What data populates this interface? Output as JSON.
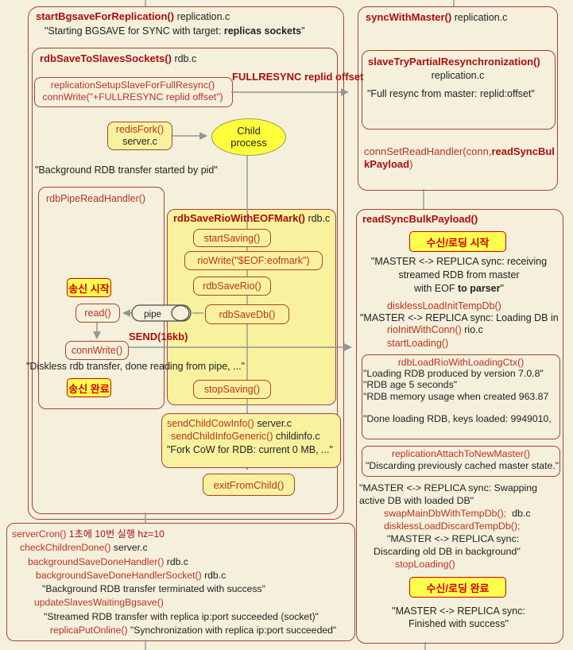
{
  "colors": {
    "background": "#f4f0dc",
    "box_border": "#a8442e",
    "fn_red": "#bf3222",
    "fn_bold_red": "#ad0d0d",
    "black_text": "#222222",
    "yellow_fill": "#f8f29e",
    "badge_yellow": "#ffff4d",
    "badge_red": "#d00000",
    "arrow_gray": "#949494",
    "child_ellipse_yellow": "#ffff3c"
  },
  "top_left_box": {
    "fn": "startBgsaveForReplication()",
    "file": "replication.c",
    "quote_pre": "\"Starting BGSAVE for SYNC with target: ",
    "quote_bold": "replicas sockets",
    "quote_post": "\""
  },
  "slaves_sockets_box": {
    "fn": "rdbSaveToSlavesSockets()",
    "file": "rdb.c"
  },
  "fullresync_box": {
    "line1": "replicationSetupSlaveForFullResync()",
    "line2": "connWrite(\"+FULLRESYNC replid offset\")"
  },
  "fullresync_arrow_label": "FULLRESYNC  replid  offset",
  "redis_fork_box": {
    "fn": "redisFork()",
    "file": "server.c"
  },
  "child_process": {
    "line1": "Child",
    "line2": "process"
  },
  "bg_started_quote": "\"Background RDB transfer started by pid\"",
  "pipe_handler": {
    "fn": "rdbPipeReadHandler()",
    "badge_start": "송신 시작",
    "read_fn": "read()",
    "conn_write_fn": "connWrite()",
    "send_label": "SEND(16kb)",
    "diskless_quote": "\"Diskless rdb transfer, done reading from pipe, ...\"",
    "badge_done": "송신 완료"
  },
  "pipe_label": "pipe",
  "eof_box": {
    "fn": "rdbSaveRioWithEOFMark()",
    "file": "rdb.c",
    "steps": [
      "startSaving()",
      "rioWrite(\"$EOF:eofmark\")",
      "rdbSaveRio()",
      "rdbSaveDb()",
      "stopSaving()"
    ]
  },
  "cow_box": {
    "fn1": "sendChildCowInfo()",
    "file1": "server.c",
    "fn2": "sendChildInfoGeneric()",
    "file2": "childinfo.c",
    "quote": "\"Fork CoW for RDB: current 0 MB, ...\""
  },
  "exit_box": {
    "fn": "exitFromChild()"
  },
  "server_cron_box": {
    "l1_fn": "serverCron()",
    "l1_rest": "1초에 10번 실행 hz=10",
    "l2_fn": "checkChildrenDone()",
    "l2_file": "server.c",
    "l3_fn": "backgroundSaveDoneHandler()",
    "l3_file": "rdb.c",
    "l4_fn": "backgroundSaveDoneHandlerSocket()",
    "l4_file": "rdb.c",
    "l5": "\"Background RDB transfer terminated with success\"",
    "l6_fn": "updateSlavesWaitingBgsave()",
    "l7": "\"Streamed  RDB transfer with  replica ip:port succeeded  (socket)\"",
    "l8_fn": "replicaPutOnline()",
    "l8_rest": "\"Synchronization with replica ip:port succeeded\""
  },
  "sync_master_box": {
    "fn": "syncWithMaster()",
    "file": "replication.c",
    "partial_fn": "slaveTryPartialResynchronization()",
    "partial_file": "replication.c",
    "partial_quote": "\"Full resync from master: replid:offset\"",
    "handler_pre": "connSetReadHandler(conn,",
    "handler_bold1": "readSyncBul",
    "handler_bold2": "kPayload",
    "handler_post": ")"
  },
  "read_sync_box": {
    "fn": "readSyncBulkPayload()",
    "badge_start": "수신/로딩 시작",
    "recv_l1": "\"MASTER <-> REPLICA sync: receiving",
    "recv_l2": "streamed  RDB from  master",
    "recv_l3_pre": "with EOF ",
    "recv_l3_bold": "to parser",
    "recv_l3_post": "\"",
    "diskless_init_fn": "disklessLoadInitTempDb()",
    "loading_quote": "\"MASTER <-> REPLICA sync: Loading DB in",
    "rio_fn": "rioInitWithConn()",
    "rio_file": "rio.c",
    "start_loading_fn": "startLoading()",
    "rdb_load_box": {
      "fn": "rdbLoadRioWithLoadingCtx()",
      "q1": "\"Loading  RDB  produced  by  version  7.0.8\"",
      "q2": "\"RDB age 5 seconds\"",
      "q3": "\"RDB memory  usage when created  963.87",
      "q4": "\"Done loading RDB,  keys loaded: 9949010,"
    },
    "attach_box": {
      "fn": "replicationAttachToNewMaster()",
      "quote": "\"Discarding previously  cached master state.\""
    },
    "swap_l1": "\"MASTER <->  REPLICA sync: Swapping",
    "swap_l2": "active  DB  with loaded  DB\"",
    "swap_fn": "swapMainDbWithTempDb();",
    "swap_file": "db.c",
    "discard_fn": "disklessLoadDiscardTempDb();",
    "discard_q1": "\"MASTER <->  REPLICA sync:",
    "discard_q2": "Discarding  old DB in background\"",
    "stop_loading_fn": "stopLoading()",
    "badge_done": "수신/로딩 완료",
    "final_q1": "\"MASTER <-> REPLICA sync:",
    "final_q2": "Finished with success\""
  }
}
